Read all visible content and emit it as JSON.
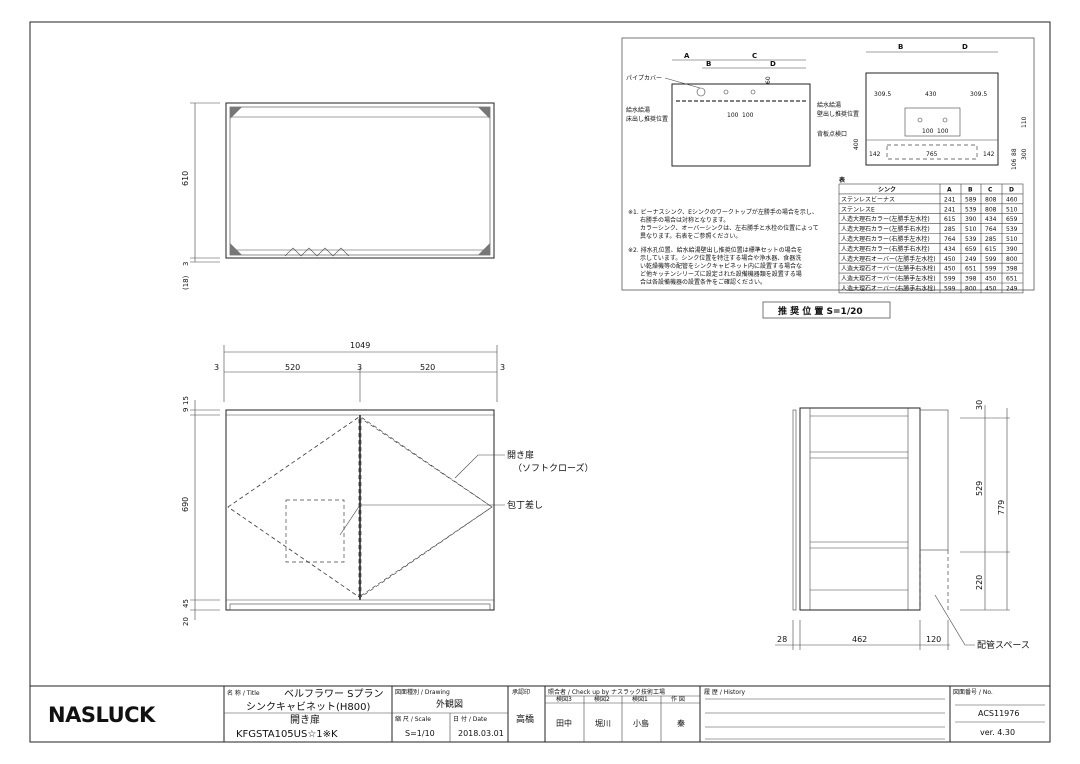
{
  "plan_view": {
    "dims": [
      "610",
      "3",
      "(18)"
    ]
  },
  "front_view": {
    "dim_total": "1049",
    "dims_top": [
      "3",
      "520",
      "3",
      "520",
      "3"
    ],
    "dims_left": [
      "9",
      "15",
      "690",
      "45",
      "20"
    ],
    "label_door": "開き扉",
    "label_door_sub": "（ソフトクローズ）",
    "label_knife": "包丁差し"
  },
  "side_view": {
    "dims_right": [
      "30",
      "529",
      "220"
    ],
    "dim_total": "779",
    "dims_bottom": [
      "28",
      "462",
      "120"
    ],
    "label_piping": "配管スペース"
  },
  "detail": {
    "top_left_labels": [
      "A",
      "C",
      "B",
      "D"
    ],
    "pipe_cover": "パイプカバー",
    "supply_left": "給水給湯",
    "supply_left2": "床出し推奨位置",
    "dim_60": "60",
    "dim_100a": "100",
    "dim_100b": "100",
    "top_right_labels": [
      "B",
      "D"
    ],
    "dims_309a": "309.5",
    "dim_430": "430",
    "dims_309b": "309.5",
    "supply_right": "給水給湯",
    "supply_right2": "壁出し推奨位置",
    "inspection": "背板点検口",
    "dim_142a": "142",
    "dim_765": "765",
    "dim_142b": "142",
    "dim_400": "400",
    "dims_right": [
      "110",
      "300",
      "88",
      "106"
    ],
    "dim_100c": "100",
    "dim_100d": "100",
    "note1": [
      "※1. ビーナスシンク、Eシンクのワークトップが左勝手の場合を示し、",
      "右勝手の場合は対称となります。",
      "カラーシンク、オーバーシンクは、左右勝手と水栓の位置によって",
      "異なります。右表をご参照ください。"
    ],
    "note2": [
      "※2. 排水孔位置、給水給湯壁出し推奨位置は標準セットの場合を",
      "示しています。シンク位置を特注する場合や浄水器、食器洗",
      "い乾燥機等の配管をシンクキャビネット内に設置する場合な",
      "ど他キッチンシリーズに設定された設備機器類を設置する場",
      "合は各設備機器の設置条件をご確認ください。"
    ],
    "table_title": "表",
    "table_headers": [
      "シンク",
      "A",
      "B",
      "C",
      "D"
    ],
    "table_rows": [
      [
        "ステンレスビーナス",
        "241",
        "589",
        "808",
        "460"
      ],
      [
        "ステンレスE",
        "241",
        "539",
        "808",
        "510"
      ],
      [
        "人造大理石カラー(左勝手左水栓)",
        "615",
        "390",
        "434",
        "659"
      ],
      [
        "人造大理石カラー(左勝手右水栓)",
        "285",
        "510",
        "764",
        "539"
      ],
      [
        "人造大理石カラー(右勝手左水栓)",
        "764",
        "539",
        "285",
        "510"
      ],
      [
        "人造大理石カラー(右勝手右水栓)",
        "434",
        "659",
        "615",
        "390"
      ],
      [
        "人造大理石オーバー(左勝手左水栓)",
        "450",
        "249",
        "599",
        "800"
      ],
      [
        "人造大理石オーバー(左勝手右水栓)",
        "450",
        "651",
        "599",
        "398"
      ],
      [
        "人造大理石オーバー(右勝手左水栓)",
        "599",
        "398",
        "450",
        "651"
      ],
      [
        "人造大理石オーバー(右勝手右水栓)",
        "599",
        "800",
        "450",
        "249"
      ]
    ],
    "caption": "推 奨 位 置 S=1/20"
  },
  "title_block": {
    "logo": "NASLUCK",
    "title_label": "名 称 / Title",
    "title_line1": "ベルフラワー Sプラン",
    "title_line2": "シンクキャビネット(H800)",
    "title_line3": "開き扉",
    "title_line4": "KFGSTA105US☆1※K",
    "drawing_label": "図面種別 / Drawing",
    "drawing_value": "外観図",
    "scale_label": "縮 尺 / Scale",
    "scale_value": "S=1/10",
    "date_label": "日 付 / Date",
    "date_value": "2018.03.01",
    "approve_label": "承認印",
    "approver": "高橋",
    "check_label": "照合者 / Check up by ナスラック技術工場",
    "check_cols": [
      "検図3",
      "検図2",
      "検図1",
      "作 図"
    ],
    "check_names": [
      "田中",
      "堀川",
      "小島",
      "秦"
    ],
    "history_label": "履 歴 / History",
    "no_label": "図面番号 / No.",
    "no_value": "ACS11976",
    "version": "ver. 4.30"
  }
}
